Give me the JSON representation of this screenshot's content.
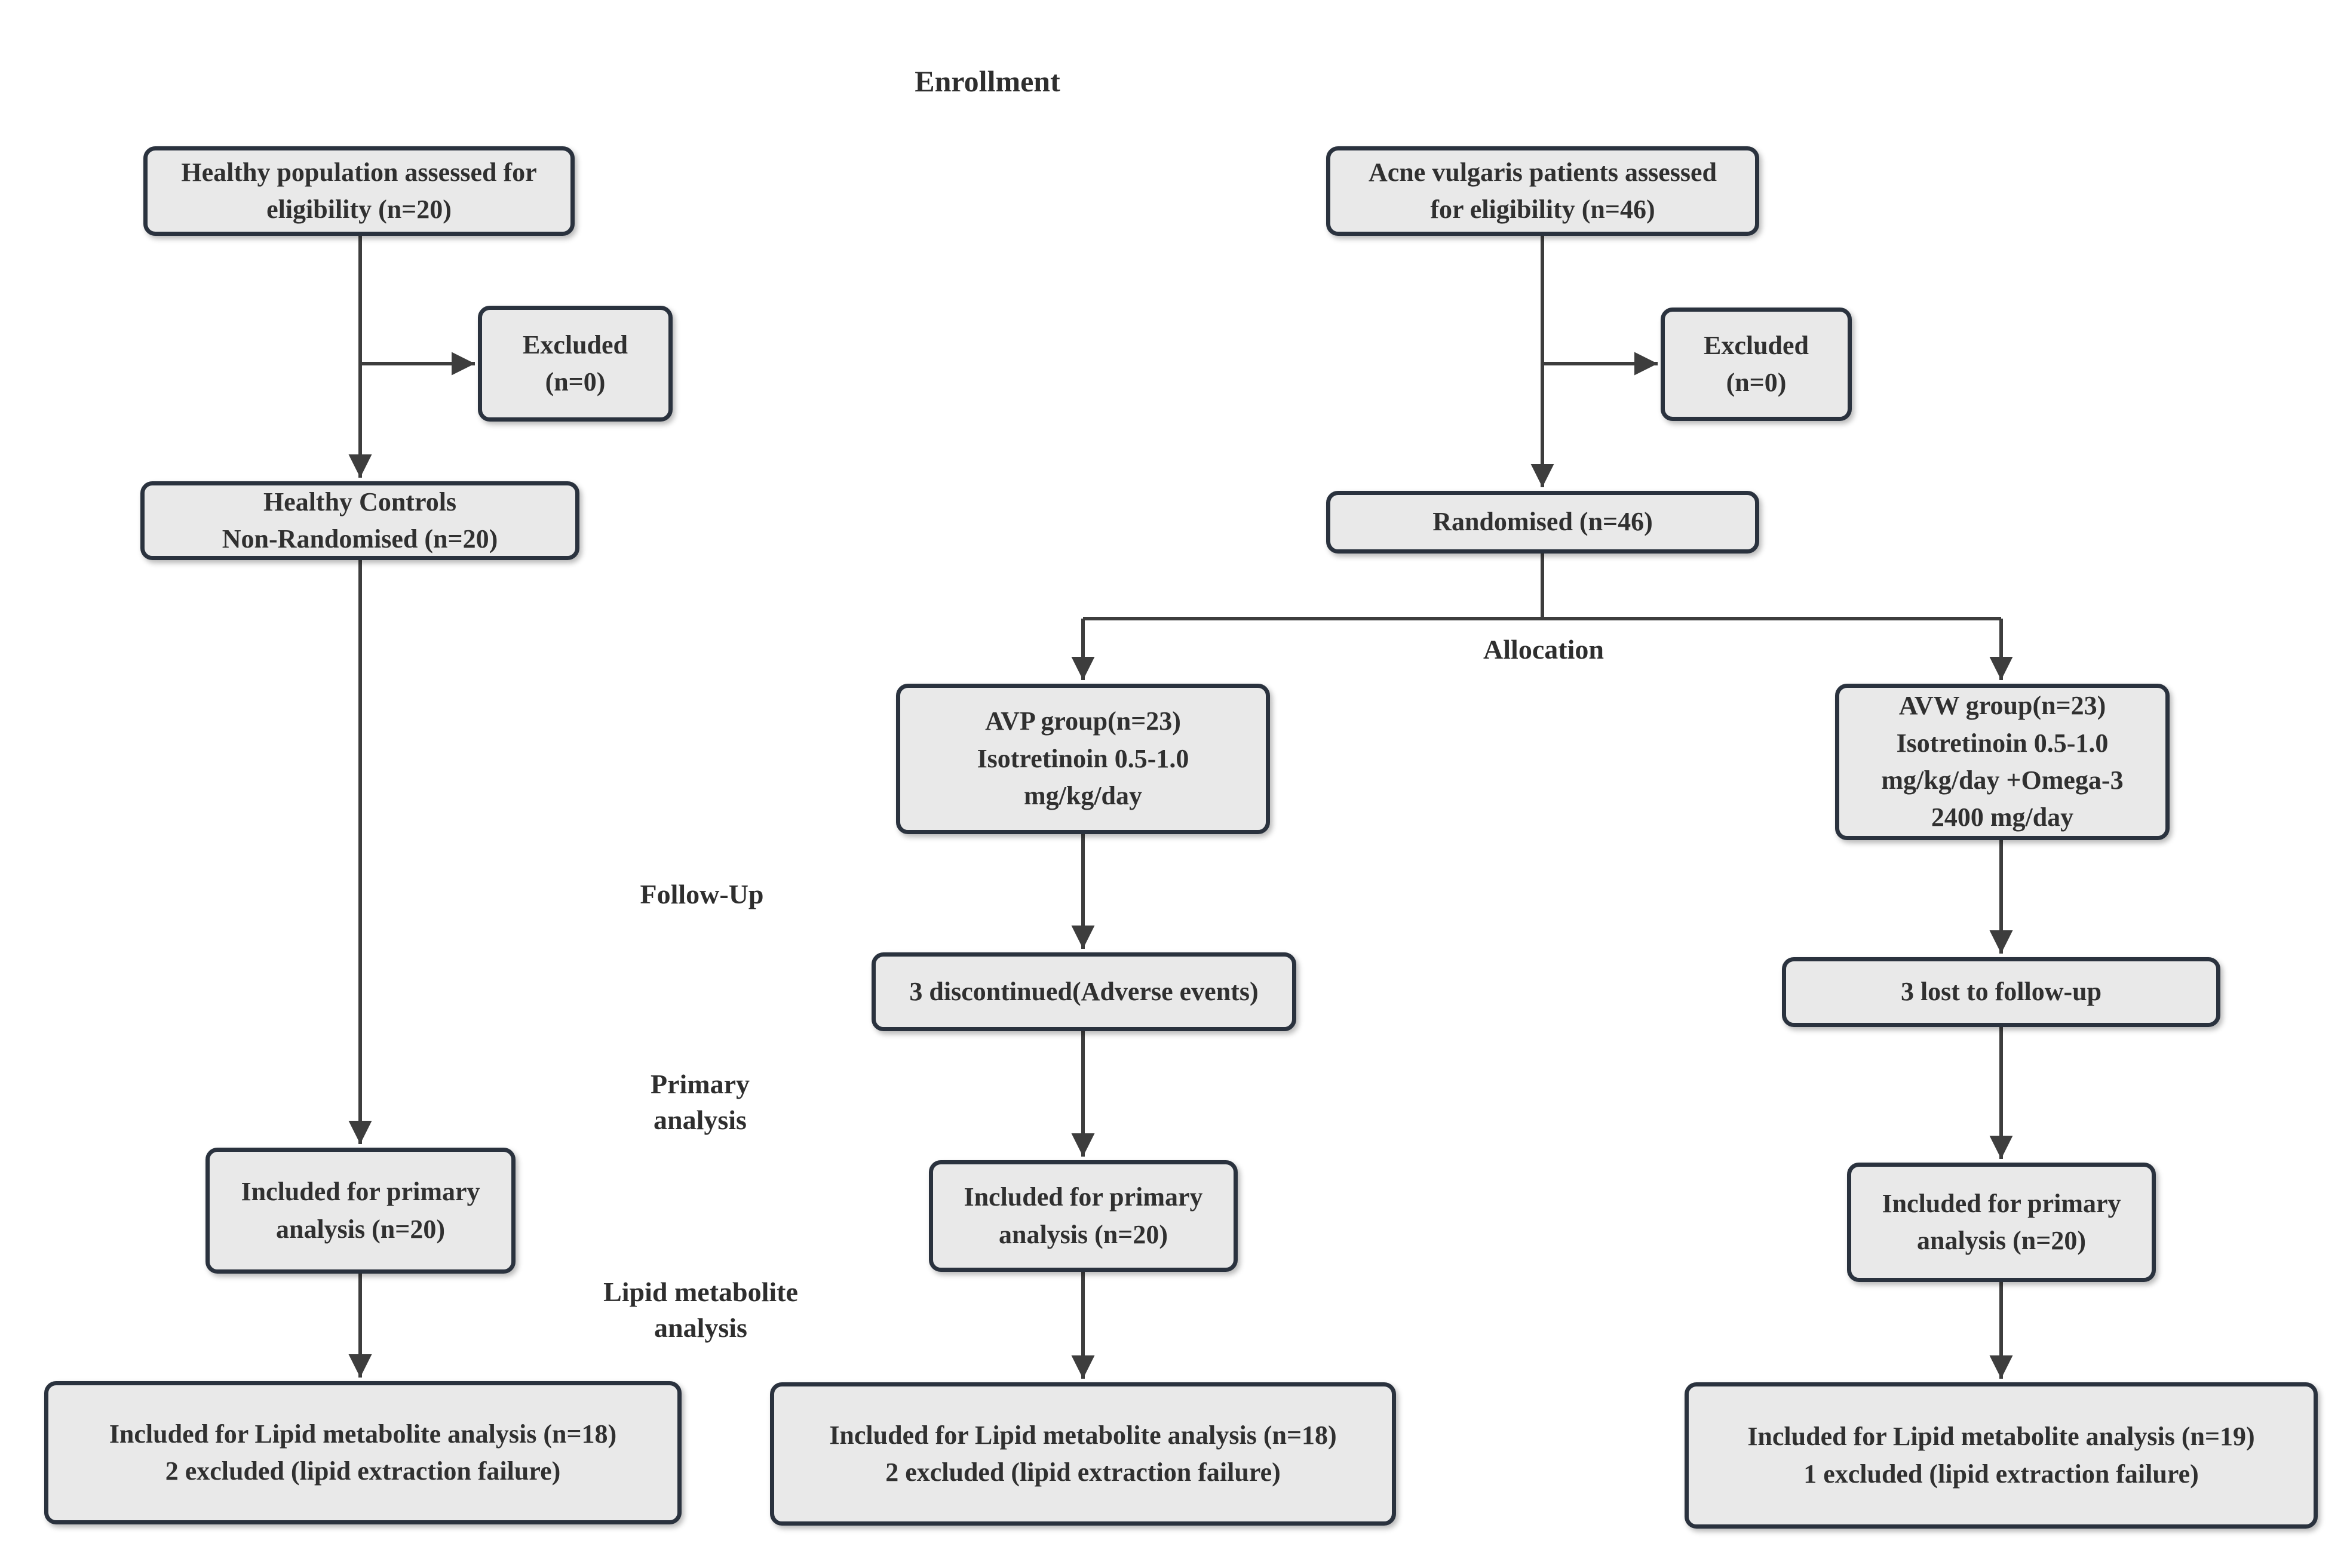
{
  "stage_labels": {
    "enrollment": "Enrollment",
    "allocation": "Allocation",
    "follow_up": "Follow-Up",
    "primary_analysis": {
      "l1": "Primary",
      "l2": "analysis"
    },
    "lipid_analysis": {
      "l1": "Lipid metabolite",
      "l2": "analysis"
    }
  },
  "boxes": {
    "healthy_assessed": {
      "l1": "Healthy population assessed for",
      "l2": "eligibility (n=20)"
    },
    "excluded_healthy": {
      "l1": "Excluded",
      "l2": "(n=0)"
    },
    "healthy_controls": {
      "l1": "Healthy Controls",
      "l2": "Non-Randomised (n=20)"
    },
    "included_primary_healthy": {
      "l1": "Included for primary",
      "l2": "analysis (n=20)"
    },
    "lipid_healthy": {
      "l1": "Included for Lipid metabolite analysis (n=18)",
      "l2": "2 excluded (lipid extraction failure)"
    },
    "acne_assessed": {
      "l1": "Acne vulgaris patients assessed",
      "l2": "for eligibility (n=46)"
    },
    "excluded_acne": {
      "l1": "Excluded",
      "l2": "(n=0)"
    },
    "randomised": {
      "l1": "Randomised (n=46)"
    },
    "avp_group": {
      "l1": "AVP group(n=23)",
      "l2": "Isotretinoin 0.5-1.0",
      "l3": "mg/kg/day"
    },
    "avw_group": {
      "l1": "AVW group(n=23)",
      "l2": "Isotretinoin 0.5-1.0",
      "l3": "mg/kg/day +Omega-3",
      "l4": "2400 mg/day"
    },
    "discontinued_avp": {
      "l1": "3 discontinued(Adverse events)"
    },
    "lost_avw": {
      "l1": "3 lost to follow-up"
    },
    "included_primary_avp": {
      "l1": "Included for primary",
      "l2": "analysis (n=20)"
    },
    "included_primary_avw": {
      "l1": "Included for primary",
      "l2": "analysis (n=20)"
    },
    "lipid_avp": {
      "l1": "Included for Lipid metabolite analysis (n=18)",
      "l2": "2 excluded (lipid extraction failure)"
    },
    "lipid_avw": {
      "l1": "Included for Lipid metabolite analysis (n=19)",
      "l2": "1 excluded (lipid extraction failure)"
    }
  },
  "colors": {
    "box_fill": "#e9e9e9",
    "box_border": "#2a323e",
    "connector": "#3d3d3d",
    "text": "#303030"
  }
}
